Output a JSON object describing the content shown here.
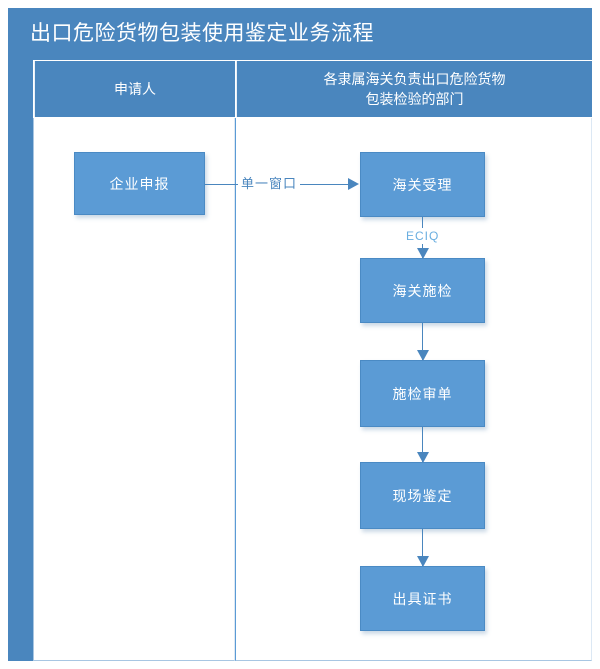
{
  "title": "出口危险货物包装使用鉴定业务流程",
  "colors": {
    "header_blue": "#4a86be",
    "node_blue": "#5b9bd5",
    "connector_blue": "#4a86be",
    "label_blue": "#6aaee0",
    "canvas_white": "#ffffff"
  },
  "lanes": [
    {
      "id": "applicant",
      "label": "申请人"
    },
    {
      "id": "customs",
      "label": "各隶属海关负责出口危险货物\n包装检验的部门"
    }
  ],
  "lane_headers": {
    "applicant": "申请人",
    "customs_line1": "各隶属海关负责出口危险货物",
    "customs_line2": "包装检验的部门"
  },
  "nodes": [
    {
      "id": "n1",
      "lane": "applicant",
      "label": "企业申报"
    },
    {
      "id": "n2",
      "lane": "customs",
      "label": "海关受理"
    },
    {
      "id": "n3",
      "lane": "customs",
      "label": "海关施检"
    },
    {
      "id": "n4",
      "lane": "customs",
      "label": "施检审单"
    },
    {
      "id": "n5",
      "lane": "customs",
      "label": "现场鉴定"
    },
    {
      "id": "n6",
      "lane": "customs",
      "label": "出具证书"
    }
  ],
  "edges": [
    {
      "from": "n1",
      "to": "n2",
      "label": "单一窗口",
      "direction": "right"
    },
    {
      "from": "n2",
      "to": "n3",
      "label": "ECIQ",
      "direction": "down"
    },
    {
      "from": "n3",
      "to": "n4",
      "label": "",
      "direction": "down"
    },
    {
      "from": "n4",
      "to": "n5",
      "label": "",
      "direction": "down"
    },
    {
      "from": "n5",
      "to": "n6",
      "label": "",
      "direction": "down"
    }
  ],
  "edge_labels": {
    "single_window": "单一窗口",
    "eciq": "ECIQ"
  }
}
